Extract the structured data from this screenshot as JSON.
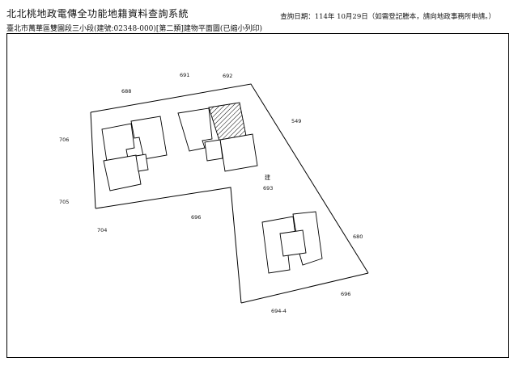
{
  "header": {
    "title": "北北桃地政電傳全功能地籍資料查詢系統",
    "query_date": "查詢日期：114年 10月29日（如需登記謄本，請向地政事務所申請。）",
    "subtitle": "臺北市萬華區雙園段三小段(建號:02348-000)[第二類]建物平面圖(已縮小列印)"
  },
  "plan_labels": {
    "l688": "688",
    "l691": "691",
    "l692": "692",
    "l549": "549",
    "l706": "706",
    "l705": "705",
    "l704": "704",
    "l696a": "696",
    "l_bldg": "建",
    "l693": "693",
    "l680": "680",
    "l696b": "696",
    "l694_4": "694-4"
  }
}
